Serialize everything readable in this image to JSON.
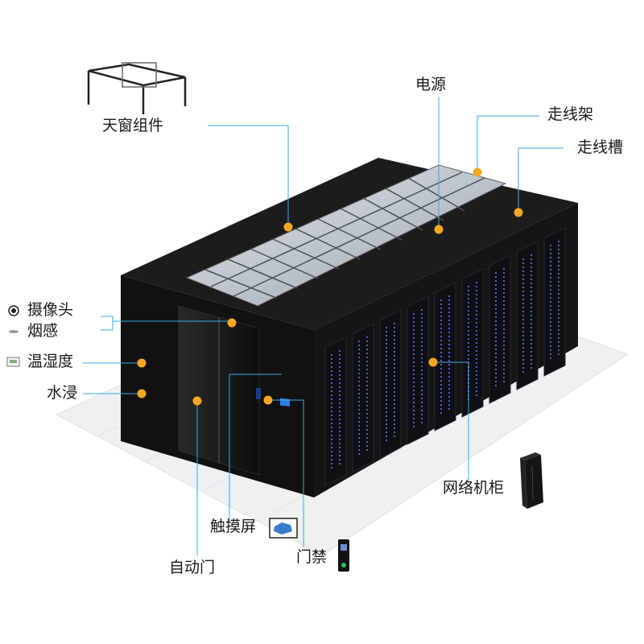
{
  "labels": {
    "skylight": "天窗组件",
    "power": "电源",
    "cable_rack": "走线架",
    "cable_trough": "走线槽",
    "camera": "摄像头",
    "smoke": "烟感",
    "temp_humidity": "温湿度",
    "water_leak": "水浸",
    "touch_screen": "触摸屏",
    "auto_door": "自动门",
    "access_control": "门禁",
    "network_cabinet": "网络机柜"
  },
  "colors": {
    "leader_line": "#3aa8e8",
    "callout_dot": "#f5a623",
    "cabinet": "#141414",
    "cabinet_top": "#1e1e1e",
    "skylight_glass": "#c9ced4",
    "floor": "#eef0f2",
    "server_glow": "#5a74e6",
    "screen": "#2f7de1"
  },
  "icons": [
    "skylight-frame-icon",
    "camera-icon",
    "smoke-detector-icon",
    "thermometer-box-icon",
    "touch-screen-icon",
    "access-reader-icon",
    "cabinet-icon"
  ]
}
